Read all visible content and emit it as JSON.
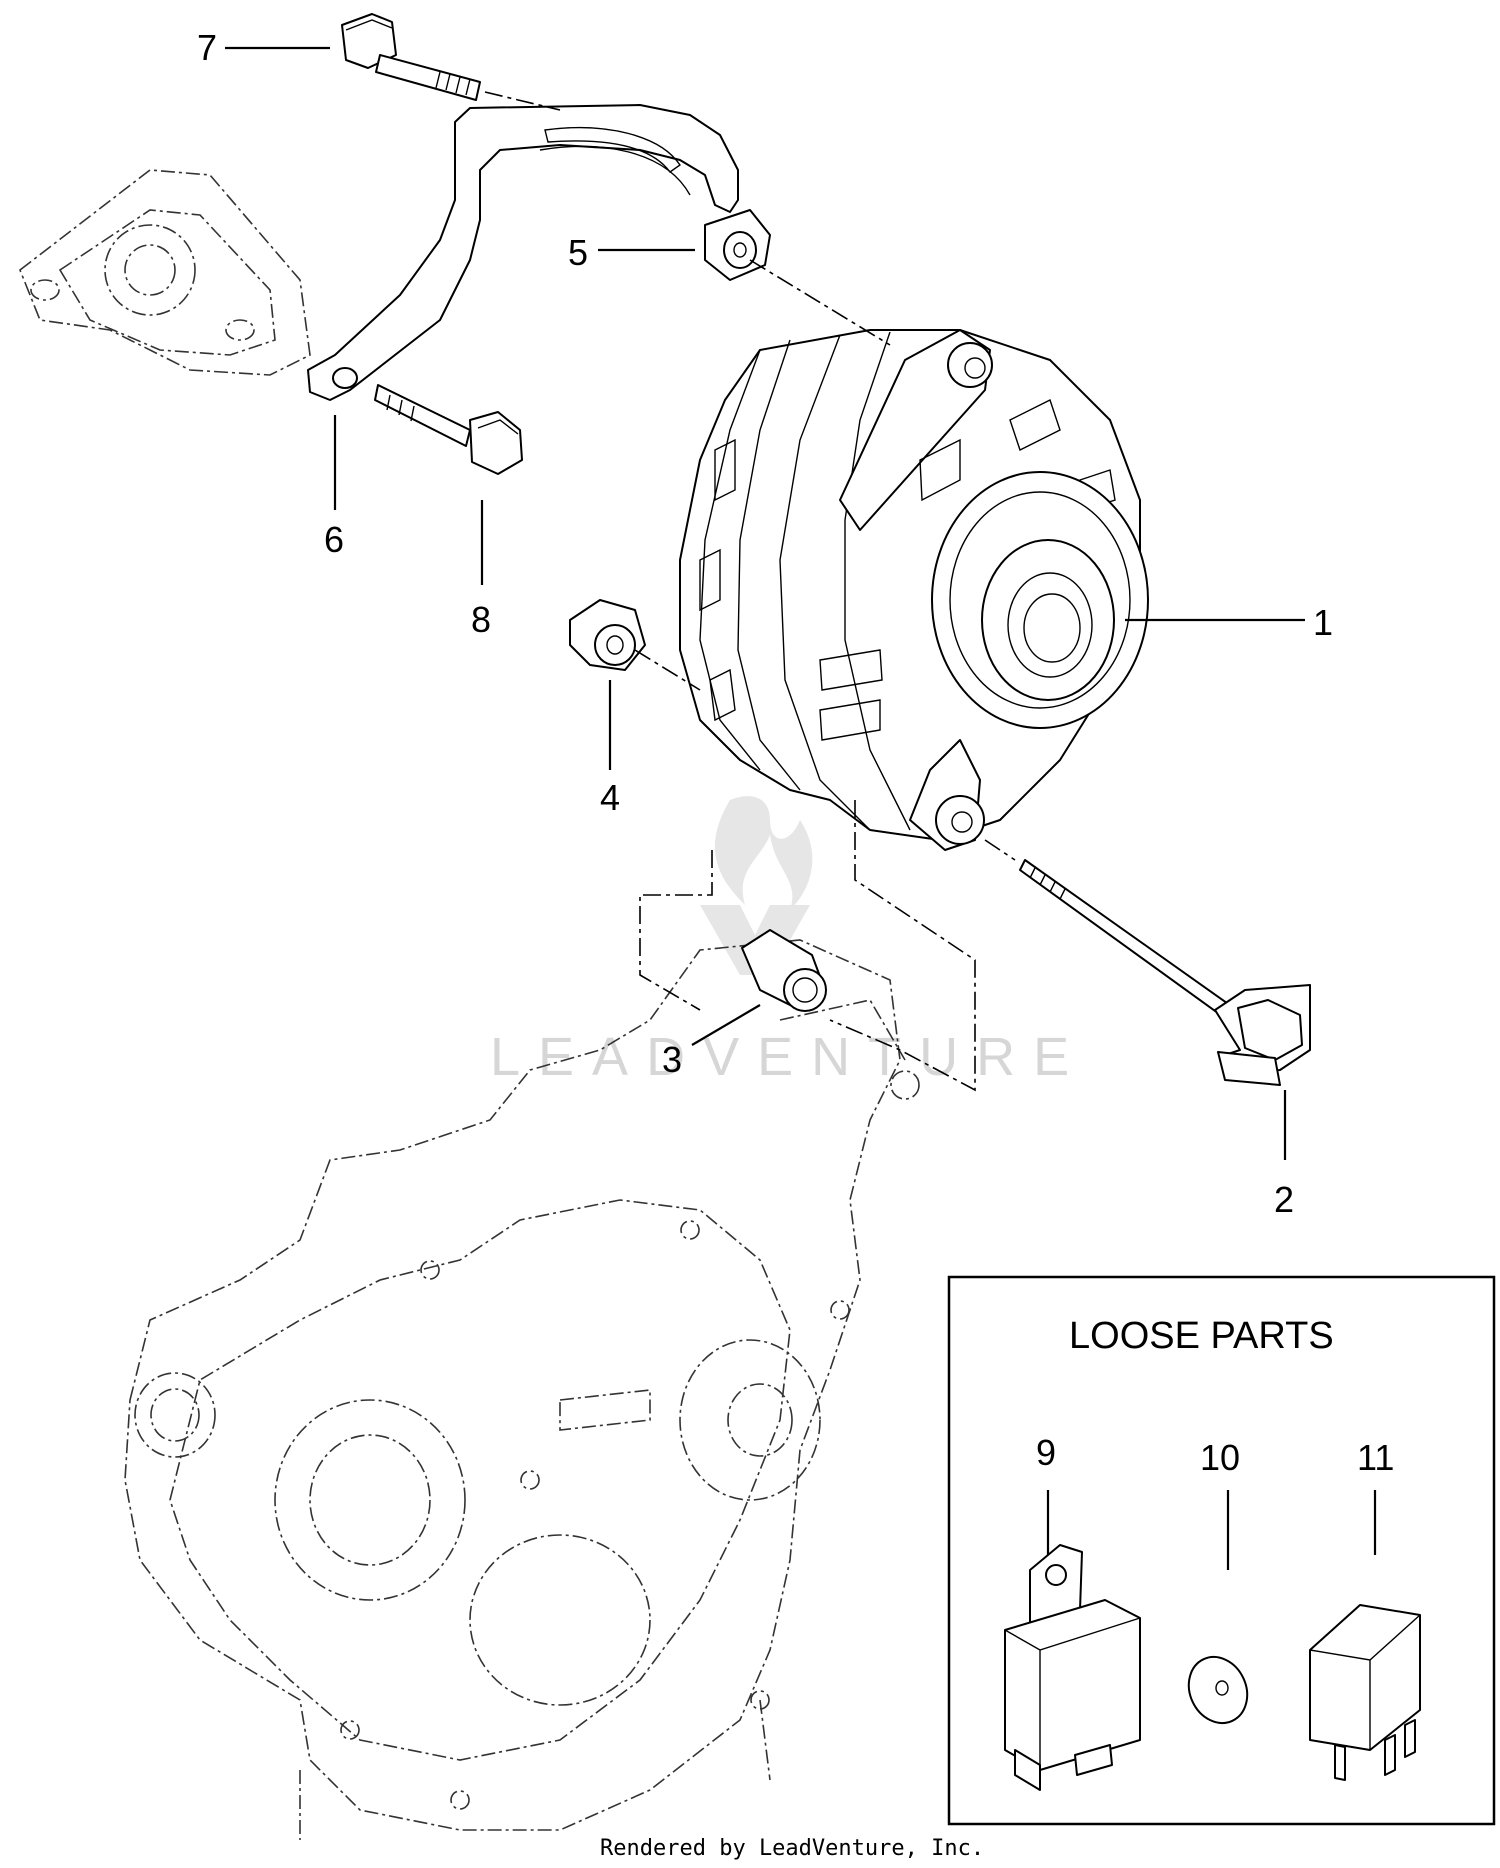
{
  "callouts": [
    {
      "id": "1",
      "label": "1"
    },
    {
      "id": "2",
      "label": "2"
    },
    {
      "id": "3",
      "label": "3"
    },
    {
      "id": "4",
      "label": "4"
    },
    {
      "id": "5",
      "label": "5"
    },
    {
      "id": "6",
      "label": "6"
    },
    {
      "id": "7",
      "label": "7"
    },
    {
      "id": "8",
      "label": "8"
    },
    {
      "id": "9",
      "label": "9"
    },
    {
      "id": "10",
      "label": "10"
    },
    {
      "id": "11",
      "label": "11"
    }
  ],
  "loose_parts_box": {
    "title": "LOOSE PARTS"
  },
  "watermark": "LEADVENTURE",
  "footer": "Rendered by LeadVenture, Inc."
}
